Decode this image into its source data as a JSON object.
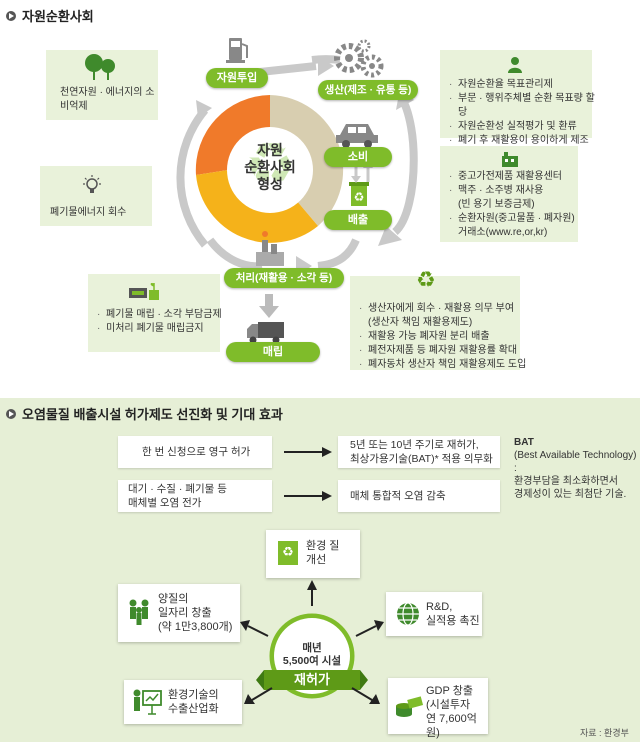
{
  "top": {
    "title": "자원순환사회",
    "center": [
      "자원",
      "순환사회",
      "형성"
    ],
    "stages": {
      "input": "자원투입",
      "production": "생산(제조 · 유통 등)",
      "consumption": "소비",
      "discharge": "배출",
      "treatment": "처리(재활용 · 소각 등)",
      "landfill": "매립"
    },
    "left_boxes": {
      "natural": "천연자원 · 에너지의 소비억제",
      "waste_energy": "폐기물에너지 회수",
      "landfill_items": [
        "폐기물 매립 · 소각 부담금제",
        "미처리 폐기물 매립금지"
      ]
    },
    "right_boxes": {
      "production_items": [
        "자원순환율 목표관리제",
        "부문 · 행위주체별 순환 목표량 할당",
        "자원순환성 실적평가 및 환류",
        "폐기 후 재활용이 용이하게 제조"
      ],
      "consumption_items": [
        "중고가전제품 재활용센터",
        "맥주 · 소주병 재사용",
        "(빈 용기 보증금제)",
        "순환자원(중고물품 · 폐자원)",
        "거래소(www.re,or,kr)"
      ],
      "treatment_items": [
        "생산자에게 회수 · 재활용 의무 부여",
        "(생산자 책임 재활용제도)",
        "재활용 가능 폐자원 분리 배출",
        "폐전자제품 등 폐자원 재활용률 확대",
        "폐자동차 생산자 책임 재활용제도 도입"
      ]
    }
  },
  "bottom": {
    "title": "오염물질 배출시설 허가제도 선진화 및 기대 효과",
    "row1_left": "한 번 신청으로 영구 허가",
    "row1_right": [
      "5년 또는 10년 주기로 재허가,",
      "최상가용기술(BAT)* 적용 의무화"
    ],
    "row2_left": [
      "대기 · 수질 · 폐기물 등",
      "매체별 오염 전가"
    ],
    "row2_right": "매체 통합적 오염 감축",
    "bat_note": [
      "BAT",
      "(Best Available Technology) :",
      "환경부담을 최소화하면서",
      "경제성이 있는 최첨단 기술."
    ],
    "center_lines": [
      "매년",
      "5,500여 시설"
    ],
    "center_ribbon": "재허가",
    "effects": {
      "environment": [
        "환경 질",
        "개선"
      ],
      "jobs": [
        "양질의",
        "일자리 창출",
        "(약 1만3,800개)"
      ],
      "rnd": [
        "R&D,",
        "실적용 촉진"
      ],
      "export": [
        "환경기술의",
        "수출산업화"
      ],
      "gdp": [
        "GDP 창출",
        "(시설투자",
        "연 7,600억원)"
      ]
    },
    "source": "자료 : 환경부"
  },
  "colors": {
    "green": "#7fbc2a",
    "box_bg": "#e9f2da",
    "orange": "#f07a2a",
    "yellow": "#f5b21a",
    "tan": "#d8ceb0"
  }
}
